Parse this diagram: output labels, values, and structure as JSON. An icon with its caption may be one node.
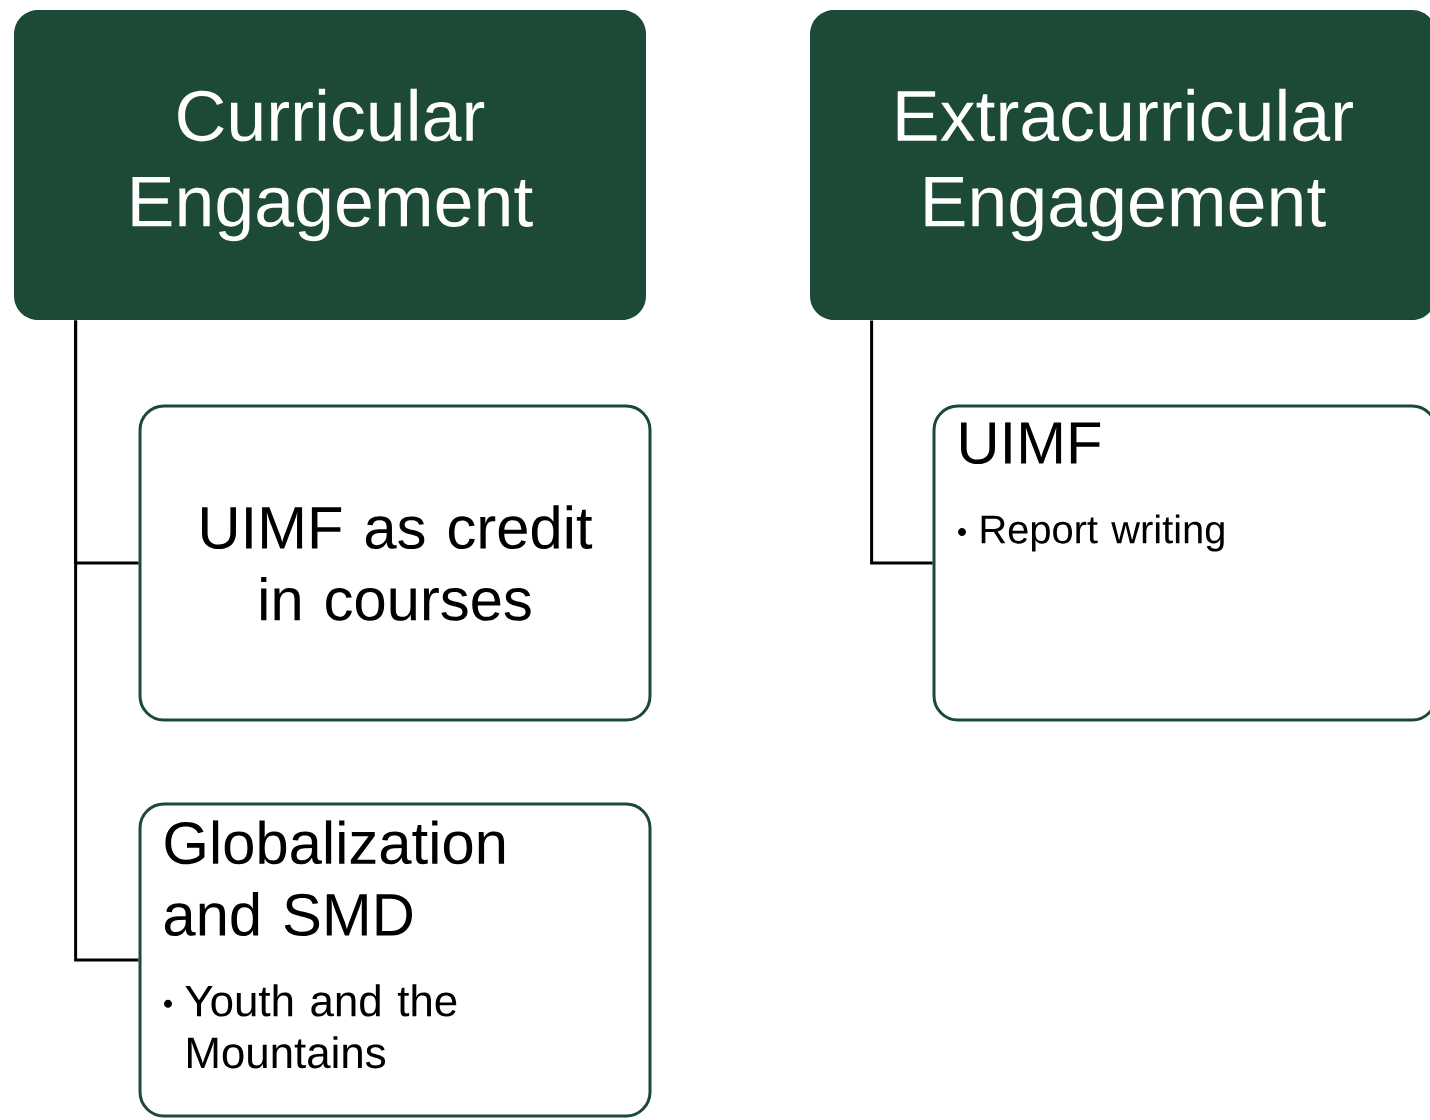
{
  "diagram": {
    "nodes": [
      {
        "text": [
          "Curricular Engagement"
        ]
      },
      {
        "text": [
          "UIMF as credit in courses"
        ]
      },
      {
        "text": [
          "Globalization and SMD",
          "Youth and the Mountains"
        ]
      },
      {
        "text": [
          "Extracurricular Engagement"
        ]
      },
      {
        "text": [
          "UIMF",
          "Report writing"
        ]
      }
    ],
    "edges": [
      {
        "from": 0,
        "to": 1,
        "arrow": "none"
      },
      {
        "from": 0,
        "to": 2,
        "arrow": "none"
      },
      {
        "from": 3,
        "to": 4,
        "arrow": "none"
      }
    ]
  }
}
